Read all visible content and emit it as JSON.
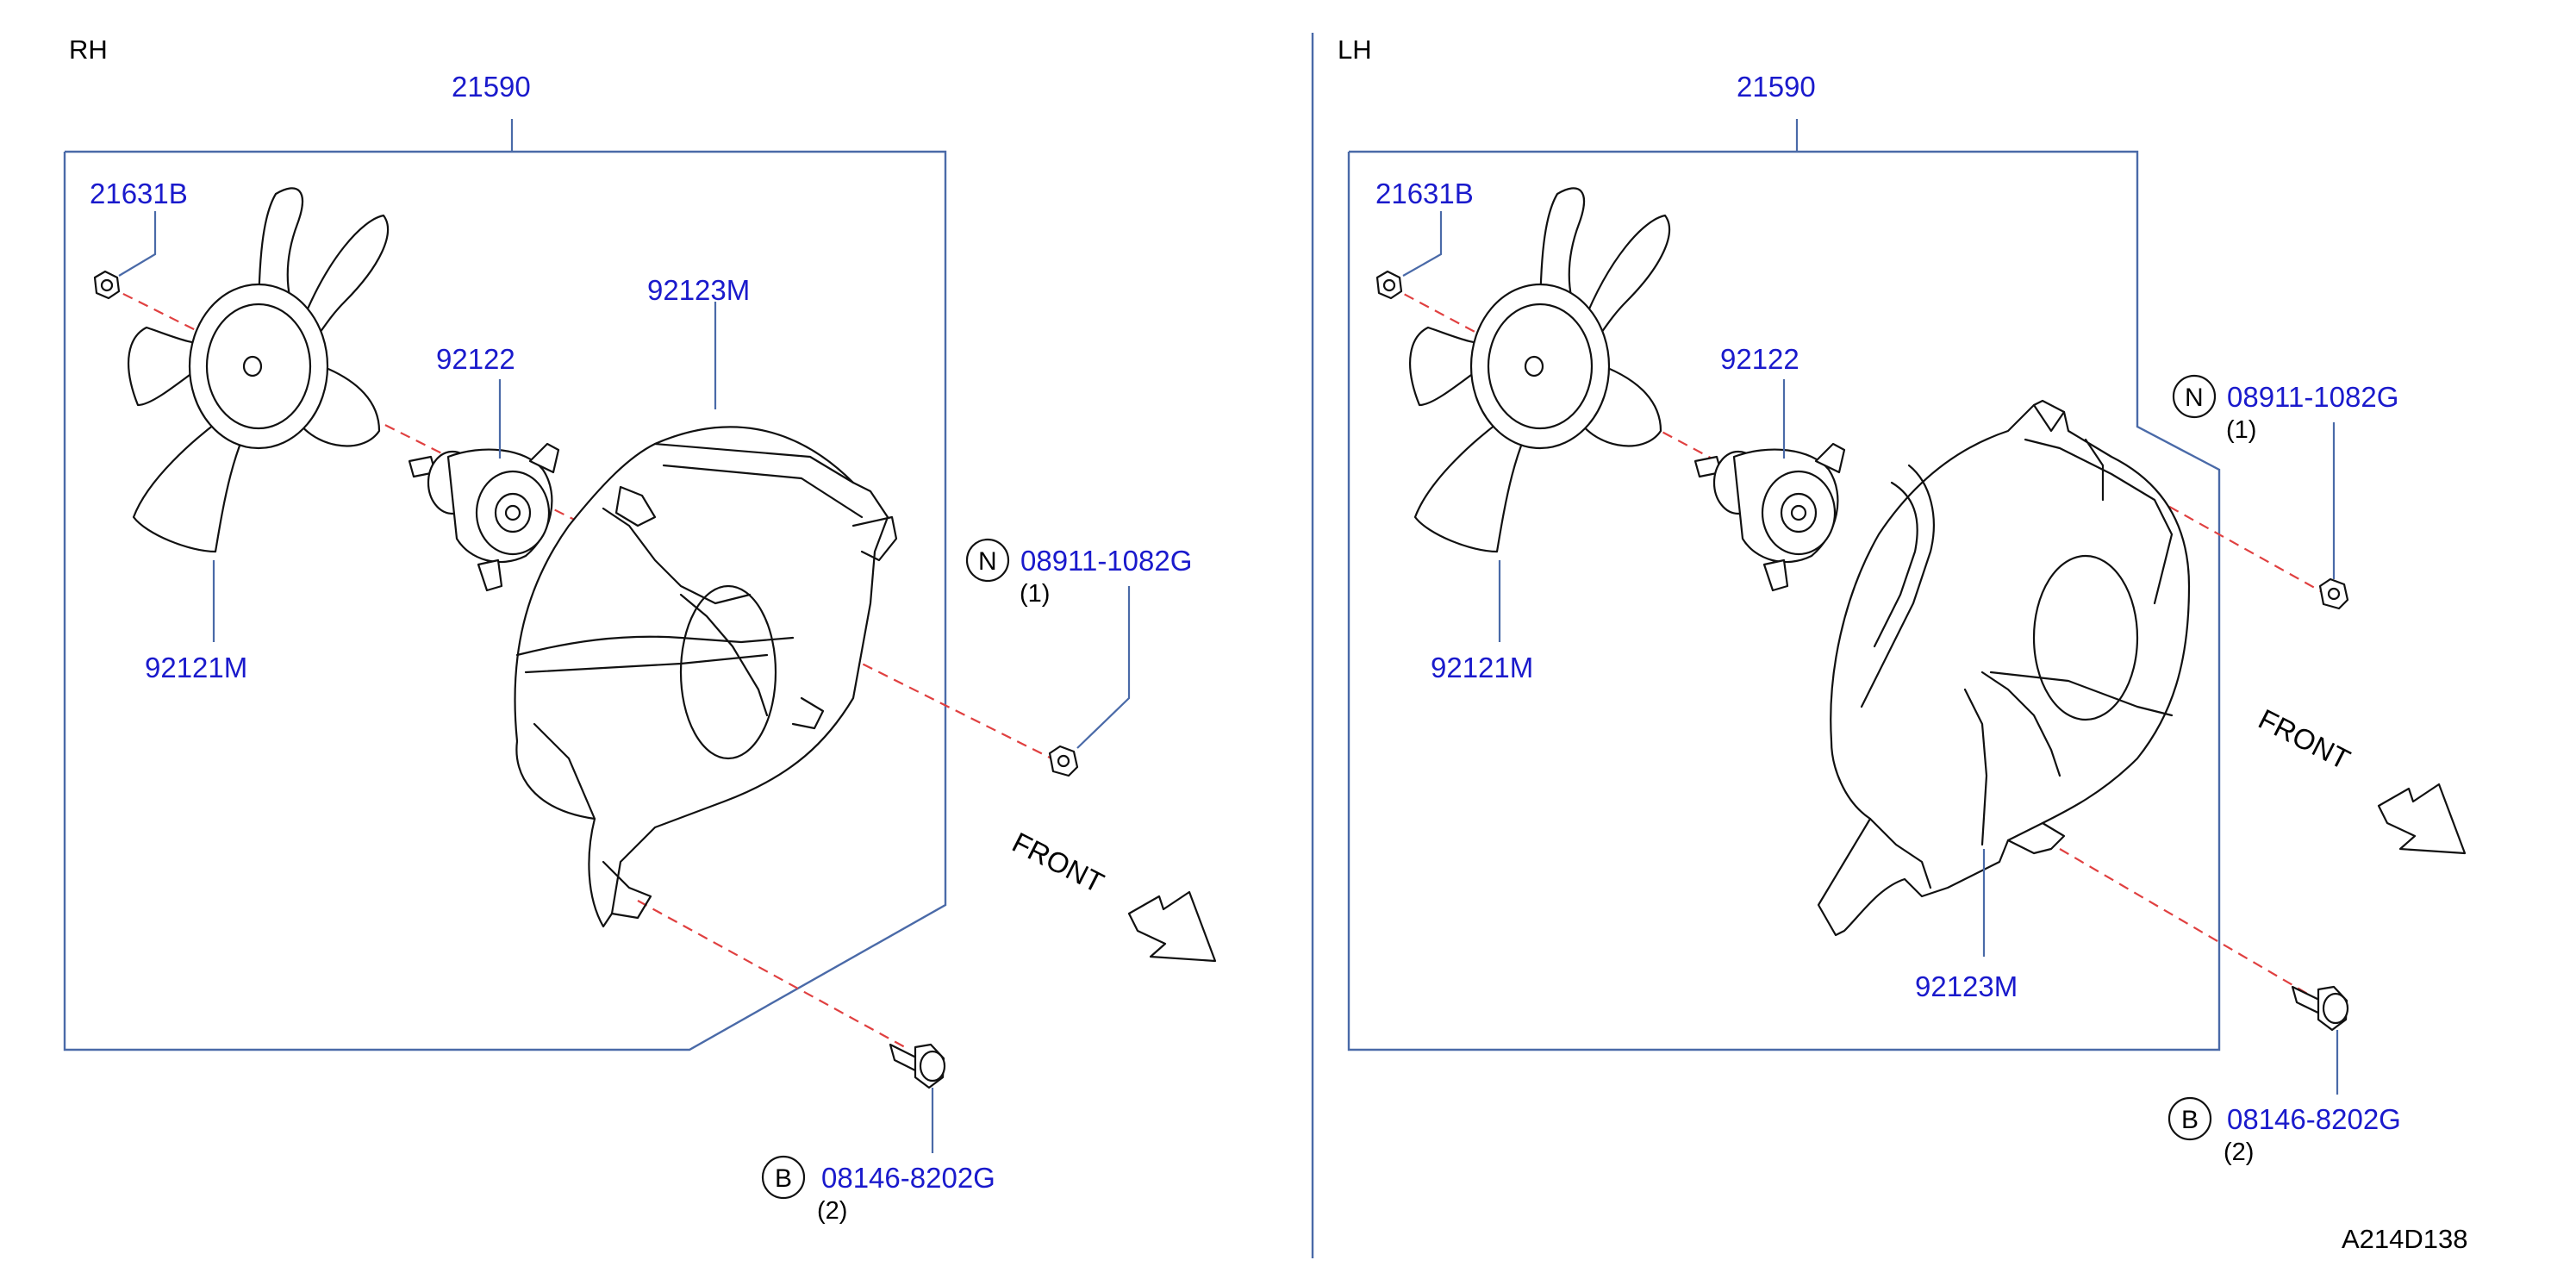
{
  "panels": {
    "rh": {
      "side_label": "RH",
      "assembly": "21590",
      "nut_part": "21631B",
      "fan_blade": "92121M",
      "motor": "92122",
      "shroud": "92123M",
      "nut_badge": "N",
      "nut_fastener": "08911-1082G",
      "nut_qty": "(1)",
      "bolt_badge": "B",
      "bolt_fastener": "08146-8202G",
      "bolt_qty": "(2)",
      "front": "FRONT"
    },
    "lh": {
      "side_label": "LH",
      "assembly": "21590",
      "nut_part": "21631B",
      "fan_blade": "92121M",
      "motor": "92122",
      "shroud": "92123M",
      "nut_badge": "N",
      "nut_fastener": "08911-1082G",
      "nut_qty": "(1)",
      "bolt_badge": "B",
      "bolt_fastener": "08146-8202G",
      "bolt_qty": "(2)",
      "front": "FRONT"
    }
  },
  "diagram_id": "A214D138",
  "colors": {
    "label_blue": "#1a1acc",
    "frame_blue": "#4a6aa8",
    "dash_red": "#e04040"
  },
  "icons": [
    "fan-blade-icon",
    "fan-motor-icon",
    "fan-shroud-icon",
    "hex-nut-icon",
    "flange-bolt-icon",
    "front-arrow-icon"
  ]
}
